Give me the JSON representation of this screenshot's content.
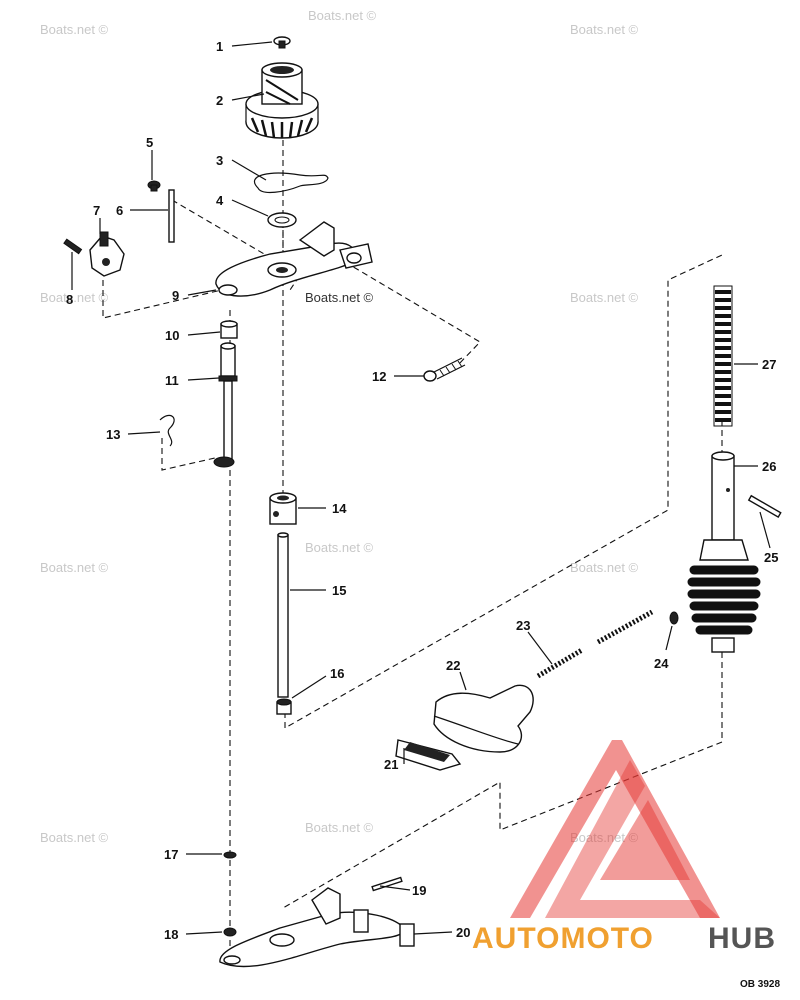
{
  "callouts": [
    "1",
    "2",
    "3",
    "4",
    "5",
    "6",
    "7",
    "8",
    "9",
    "10",
    "11",
    "12",
    "13",
    "14",
    "15",
    "16",
    "17",
    "18",
    "19",
    "20",
    "21",
    "22",
    "23",
    "24",
    "25",
    "26",
    "27"
  ],
  "watermark": "Boats.net ©",
  "logo": {
    "text_orange": "AUTOMOTO",
    "text_gray": "HUB",
    "color_orange": "#f0a030",
    "color_gray": "#555555",
    "color_red": "#e53935"
  },
  "diagram_code": "OB 3928"
}
